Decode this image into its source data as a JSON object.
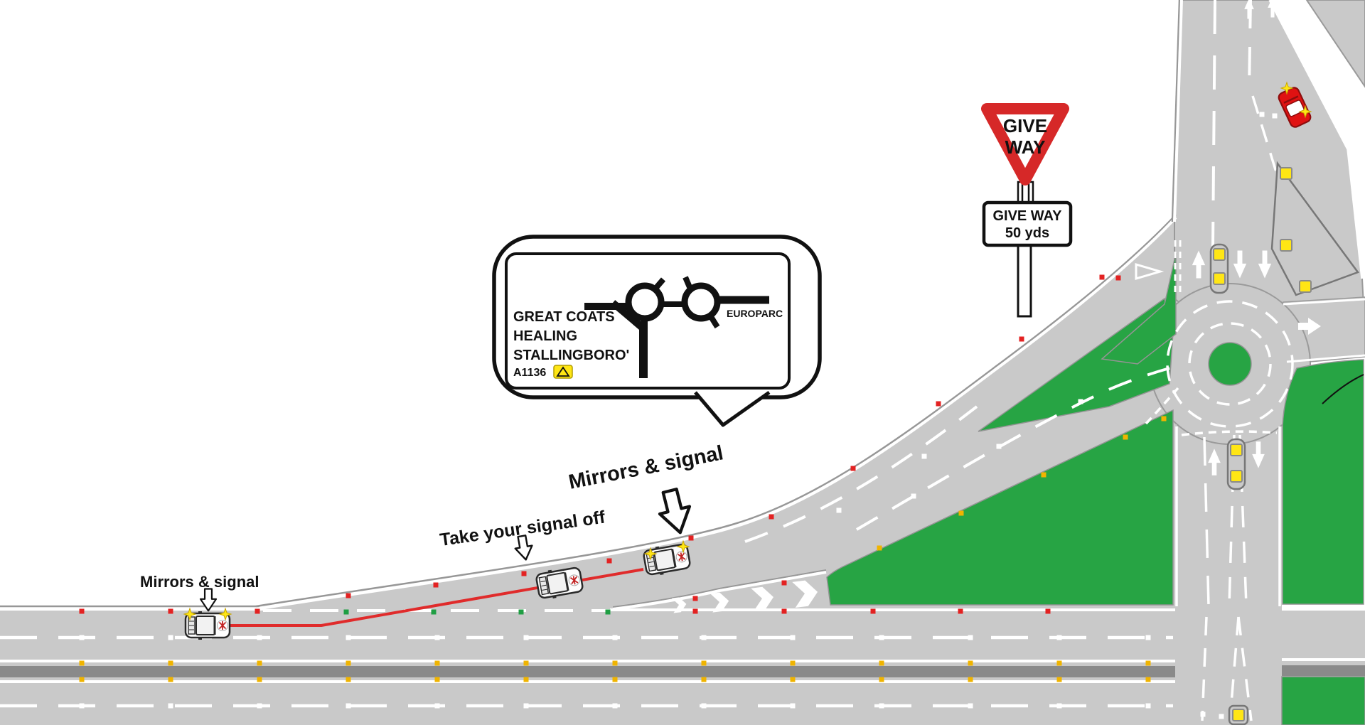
{
  "give_way_sign": {
    "triangle_line1": "GIVE",
    "triangle_line2": "WAY",
    "plate_line1": "GIVE WAY",
    "plate_line2": "50 yds"
  },
  "direction_sign": {
    "dest1": "GREAT COATS",
    "dest2": "HEALING",
    "dest3": "STALLINGBORO'",
    "route": "A1136",
    "dest_right": "EUROPARC"
  },
  "annotations": {
    "top": "Mirrors & signal",
    "middle": "Take your signal off",
    "bottom": "Mirrors & signal"
  },
  "colors": {
    "road": "#c9c9c9",
    "median": "#8a8a8a",
    "grass": "#27a444",
    "stud_red": "#e32222",
    "stud_amber": "#f0b400",
    "stud_green": "#1f9e43",
    "stud_white": "#ffffff",
    "path_red": "#e02b2b",
    "sign_red": "#d62828",
    "signal_yellow": "#ffe615",
    "car_red": "#e01212"
  }
}
